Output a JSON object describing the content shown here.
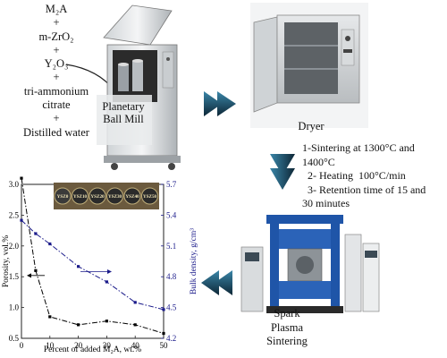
{
  "recipe": {
    "items": [
      "M₂A",
      "+",
      "m-ZrO₂",
      "+",
      "Y₂O₃",
      "+",
      "tri-ammonium",
      "citrate",
      "+",
      "Distilled water"
    ]
  },
  "labels": {
    "mill": [
      "Planetary",
      "Ball Mill"
    ],
    "dryer": "Dryer",
    "sps": [
      "Spark",
      "Plasma",
      "Sintering"
    ]
  },
  "steps": [
    "1-Sintering at 1300°C and",
    "1400°C",
    "  2- Heating  100°C/min",
    "  3- Retention time of 15 and",
    "30 minutes"
  ],
  "samples": [
    "YSZ0",
    "YSZ10",
    "YSZ20",
    "YSZ30",
    "YSZ40",
    "YSZ50"
  ],
  "colors": {
    "arrow_dark": "#0f2a3e",
    "arrow_light": "#2f6f8f",
    "density_series": "#1a1a8a"
  },
  "chart_data": {
    "type": "line",
    "xlabel": "Percent of added M₂A, wt.%",
    "ylabel": "Porosity, vol.%",
    "y2label": "Bulk density, g/cm³",
    "xlim": [
      0,
      50
    ],
    "ylim": [
      0.5,
      3.0
    ],
    "y2lim": [
      4.2,
      5.7
    ],
    "xticks": [
      "0",
      "10",
      "20",
      "30",
      "40",
      "50"
    ],
    "yticks": [
      "0.5",
      "1.0",
      "1.5",
      "2.0",
      "2.5",
      "3.0"
    ],
    "y2ticks": [
      "4.2",
      "4.5",
      "4.8",
      "5.1",
      "5.4",
      "5.7"
    ],
    "series": [
      {
        "axis": "left",
        "style": "dash-dot",
        "color": "#000000",
        "x": [
          0,
          5,
          10,
          20,
          30,
          40,
          50
        ],
        "y": [
          3.1,
          1.6,
          0.85,
          0.72,
          0.78,
          0.72,
          0.58
        ]
      },
      {
        "axis": "right",
        "style": "dash-dot",
        "color": "#1a1a8a",
        "x": [
          0,
          5,
          10,
          20,
          30,
          40,
          50
        ],
        "y": [
          5.35,
          5.22,
          5.12,
          4.9,
          4.75,
          4.55,
          4.48
        ]
      }
    ]
  }
}
